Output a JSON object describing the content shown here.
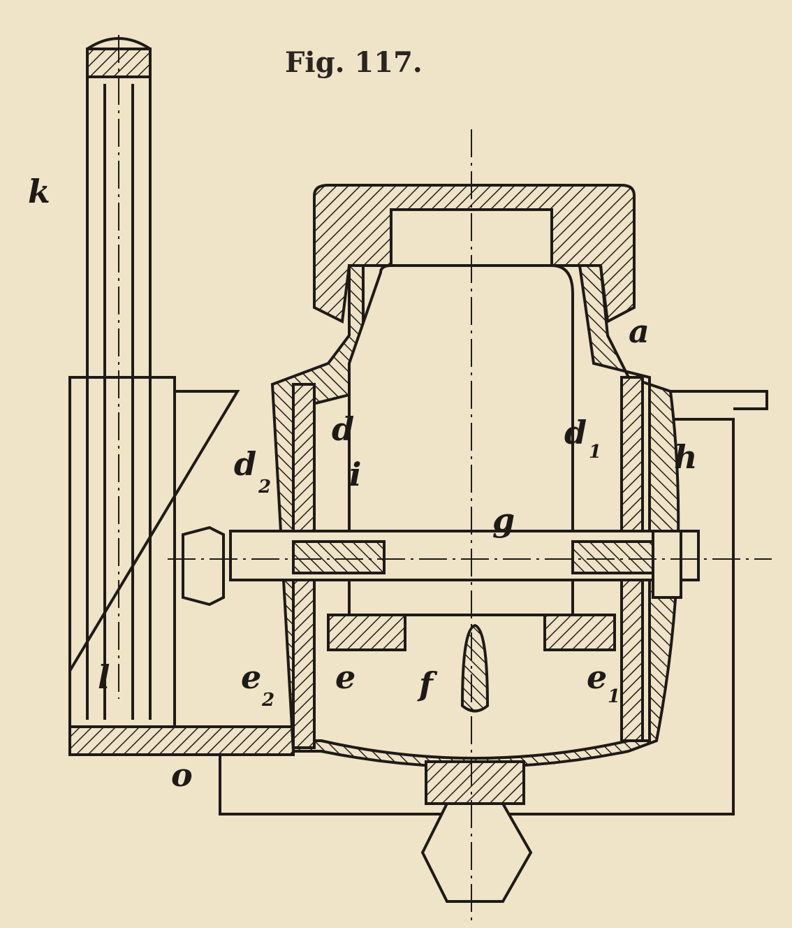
{
  "figure": {
    "title": "Fig. 117."
  },
  "labels": {
    "k": "k",
    "a": "a",
    "d": "d",
    "d2": "d",
    "d2_sub": "2",
    "i": "i",
    "d1": "d",
    "d1_sub": "1",
    "h": "h",
    "g": "g",
    "l": "l",
    "e2": "e",
    "e2_sub": "2",
    "e": "e",
    "f": "f",
    "e1": "e",
    "e1_sub": "1",
    "o": "o"
  },
  "colors": {
    "paper": "#efe3c8",
    "ink": "#1e1a16"
  }
}
